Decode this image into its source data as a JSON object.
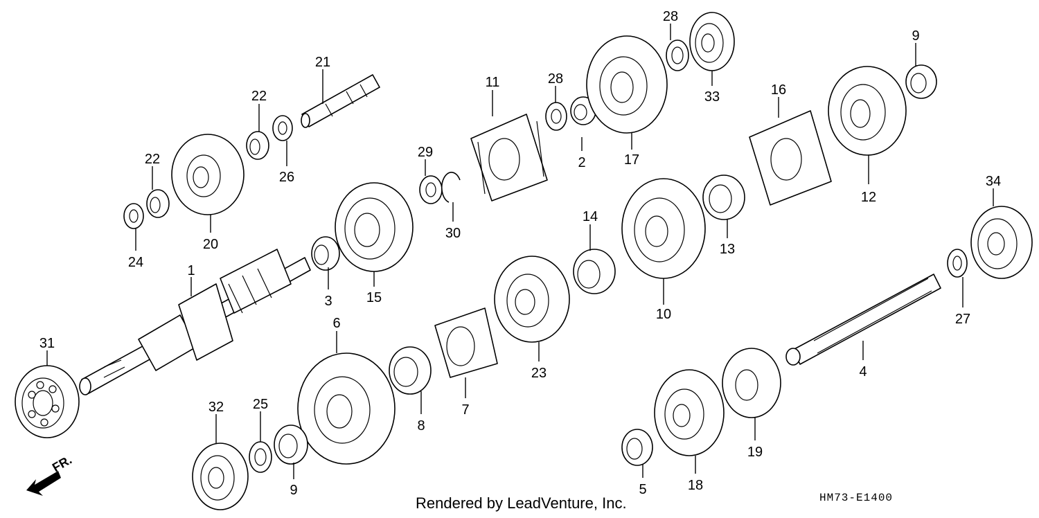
{
  "diagram": {
    "title": "",
    "footer": "Rendered by LeadVenture, Inc.",
    "code": "HM73-E1400",
    "direction_label": "FR.",
    "callouts": [
      {
        "id": "c1",
        "label": "1"
      },
      {
        "id": "c2",
        "label": "2"
      },
      {
        "id": "c3",
        "label": "3"
      },
      {
        "id": "c4",
        "label": "4"
      },
      {
        "id": "c5",
        "label": "5"
      },
      {
        "id": "c6",
        "label": "6"
      },
      {
        "id": "c7",
        "label": "7"
      },
      {
        "id": "c8",
        "label": "8"
      },
      {
        "id": "c9a",
        "label": "9"
      },
      {
        "id": "c9b",
        "label": "9"
      },
      {
        "id": "c10",
        "label": "10"
      },
      {
        "id": "c11",
        "label": "11"
      },
      {
        "id": "c12",
        "label": "12"
      },
      {
        "id": "c13",
        "label": "13"
      },
      {
        "id": "c14",
        "label": "14"
      },
      {
        "id": "c15",
        "label": "15"
      },
      {
        "id": "c16",
        "label": "16"
      },
      {
        "id": "c17",
        "label": "17"
      },
      {
        "id": "c18",
        "label": "18"
      },
      {
        "id": "c19",
        "label": "19"
      },
      {
        "id": "c20",
        "label": "20"
      },
      {
        "id": "c21",
        "label": "21"
      },
      {
        "id": "c22a",
        "label": "22"
      },
      {
        "id": "c22b",
        "label": "22"
      },
      {
        "id": "c23",
        "label": "23"
      },
      {
        "id": "c24",
        "label": "24"
      },
      {
        "id": "c25",
        "label": "25"
      },
      {
        "id": "c26",
        "label": "26"
      },
      {
        "id": "c27",
        "label": "27"
      },
      {
        "id": "c28a",
        "label": "28"
      },
      {
        "id": "c28b",
        "label": "28"
      },
      {
        "id": "c29",
        "label": "29"
      },
      {
        "id": "c30",
        "label": "30"
      },
      {
        "id": "c31",
        "label": "31"
      },
      {
        "id": "c32",
        "label": "32"
      },
      {
        "id": "c33",
        "label": "33"
      },
      {
        "id": "c34",
        "label": "34"
      }
    ]
  }
}
